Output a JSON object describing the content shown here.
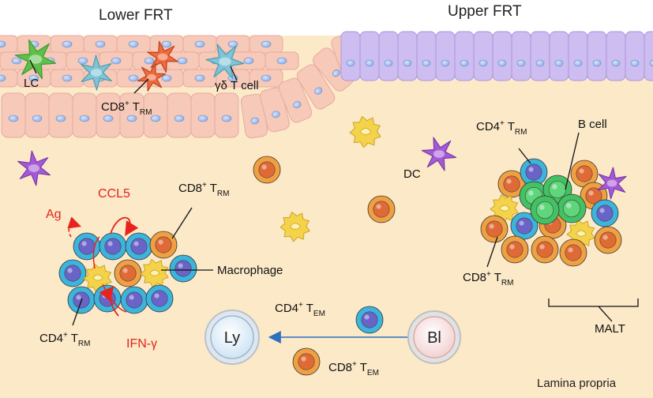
{
  "regions": {
    "lower": "Lower FRT",
    "upper": "Upper FRT",
    "lamina": "Lamina propria"
  },
  "labels": {
    "lc": "LC",
    "gd_tcell": "γδ T cell",
    "cd8_trm_epi": {
      "main": "CD8",
      "sup": "+",
      "t": " T",
      "sub": "RM"
    },
    "cd8_trm_left": {
      "main": "CD8",
      "sup": "+",
      "t": " T",
      "sub": "RM"
    },
    "cd4_trm_left": {
      "main": "CD4",
      "sup": "+",
      "t": " T",
      "sub": "RM"
    },
    "cd4_trm_malt": {
      "main": "CD4",
      "sup": "+",
      "t": " T",
      "sub": "RM"
    },
    "cd8_trm_malt": {
      "main": "CD8",
      "sup": "+",
      "t": " T",
      "sub": "RM"
    },
    "cd4_tem": {
      "main": "CD4",
      "sup": "+",
      "t": " T",
      "sub": "EM"
    },
    "cd8_tem": {
      "main": "CD8",
      "sup": "+",
      "t": " T",
      "sub": "EM"
    },
    "macrophage": "Macrophage",
    "dc": "DC",
    "bcell": "B cell",
    "malt": "MALT",
    "ccl5": "CCL5",
    "ag": "Ag",
    "ifng": "IFN-γ",
    "ly": "Ly",
    "bl": "Bl"
  },
  "colors": {
    "background": "#fbe9c8",
    "squamous": "#f6c9b8",
    "columnar": "#cdbdf0",
    "cd4_ring": "#3cb4dc",
    "cd4_core": "#6a63c8",
    "cd8_ring": "#f0a040",
    "cd8_core": "#e06a36",
    "bcell": "#43c163",
    "macrophage": "#f4d24a",
    "dc": "#a45ad6",
    "lc": "#5fbf4b",
    "gd": "#7fc4d6",
    "cd8_epi": "#f06a3c",
    "red_text": "#e8231e",
    "arrow_blue": "#2d6fc0"
  }
}
